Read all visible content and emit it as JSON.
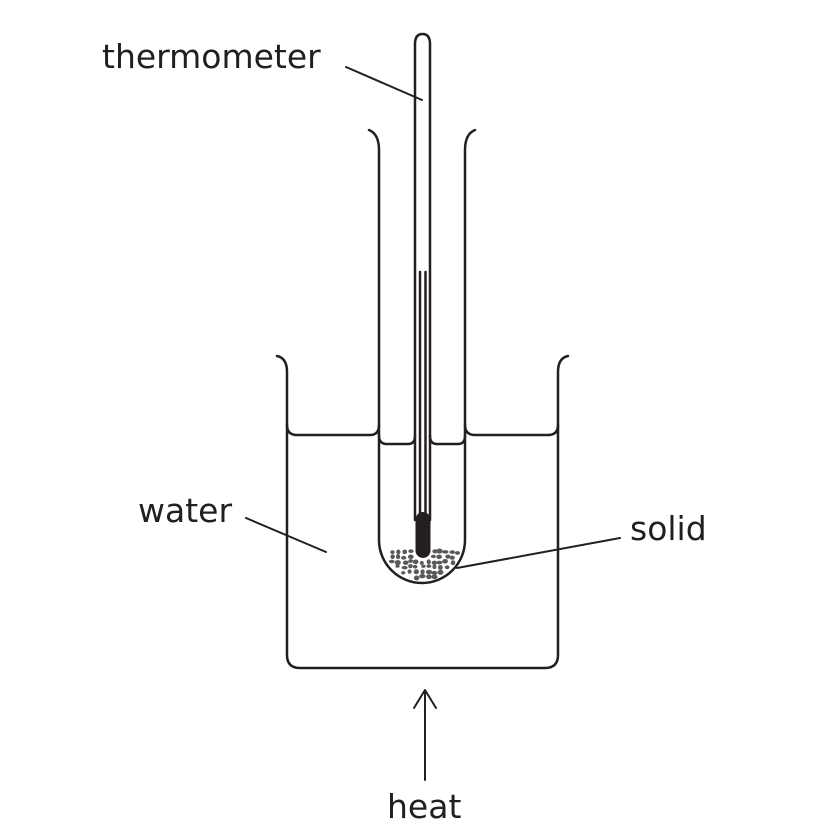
{
  "labels": {
    "thermometer": "thermometer",
    "water": "water",
    "solid": "solid",
    "heat": "heat"
  },
  "colors": {
    "ink": "#231f20",
    "solid": "#58595b"
  }
}
